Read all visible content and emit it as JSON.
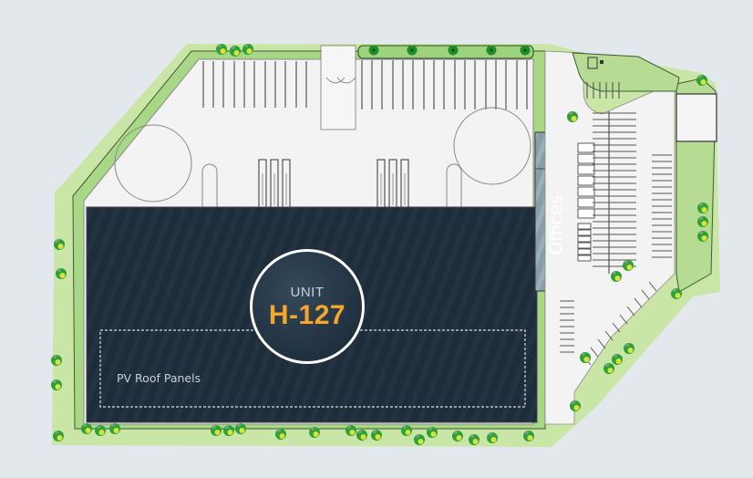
{
  "map": {
    "type": "site-plan",
    "background_color": "#e3e8ed",
    "unit": {
      "label": "UNIT",
      "code": "H-127",
      "code_color": "#f5a62b",
      "building_color": "#1f2c3a"
    },
    "zones": {
      "offices_label": "Offices",
      "pv_label": "PV Roof Panels"
    },
    "colors": {
      "landscape_light": "#c9e6a6",
      "landscape_mid": "#9fd27c",
      "tree_green": "#2e9e2e",
      "tree_yellow": "#d9e23a",
      "paving": "#f2f2f2",
      "offices": "#8fa3ad"
    }
  }
}
